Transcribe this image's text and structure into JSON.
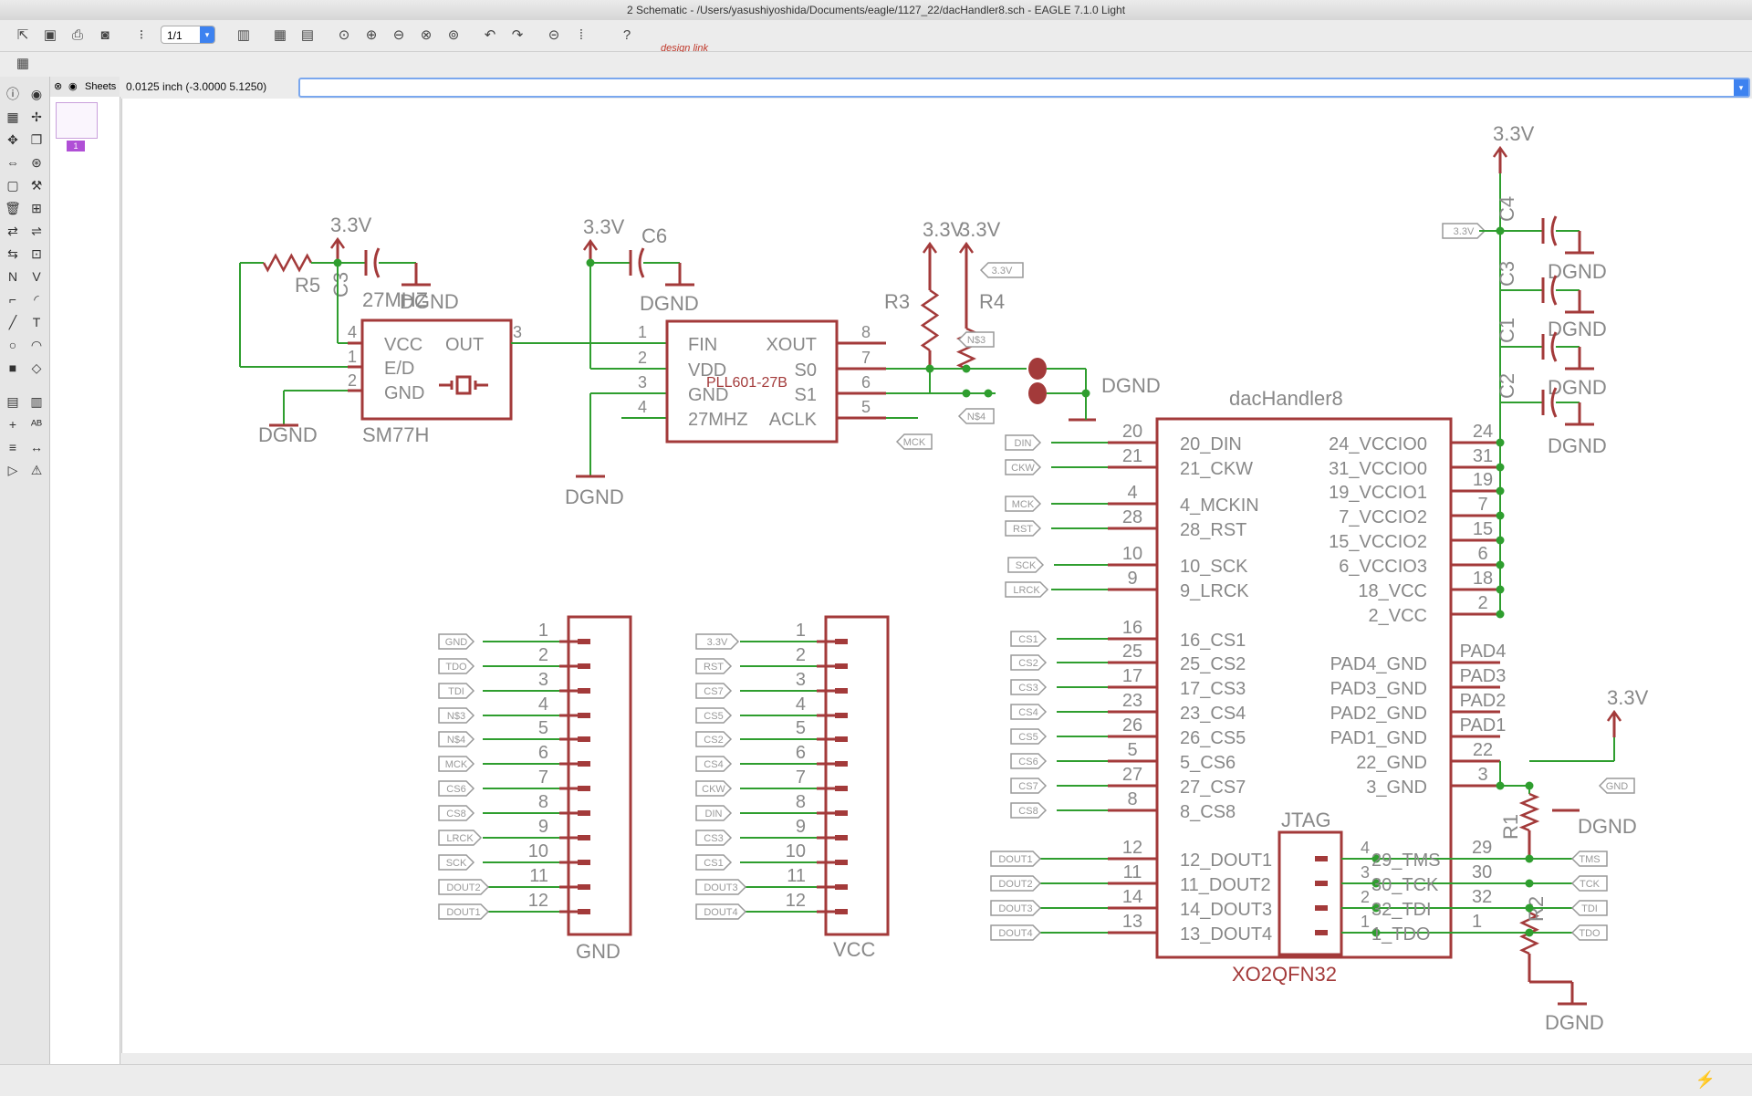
{
  "window": {
    "title": "2 Schematic - /Users/yasushiyoshida/Documents/eagle/1127_22/dacHandler8.sch - EAGLE 7.1.0 Light"
  },
  "toolbar": {
    "sheet_select": "1/1",
    "design_link": "design link"
  },
  "sheets": {
    "label": "Sheets",
    "current_sheet": "1"
  },
  "coords": {
    "grid_readout": "0.0125 inch (-3.0000 5.1250)"
  },
  "command": {
    "placeholder": ""
  },
  "icons": {
    "toolbar": [
      "open-icon",
      "save-icon",
      "print-icon",
      "cam-icon",
      "script-icon",
      "ulp-icon",
      "grid-icon",
      "board-icon",
      "zoom-fit-icon",
      "zoom-in-icon",
      "zoom-out-icon",
      "zoom-select-icon",
      "redraw-icon",
      "undo-icon",
      "redo-icon",
      "stop-icon",
      "go-icon",
      "help-icon"
    ],
    "left": [
      "info-icon",
      "show-icon",
      "display-icon",
      "mark-icon",
      "move-icon",
      "copy-icon",
      "mirror-icon",
      "rotate-icon",
      "group-icon",
      "change-icon",
      "delete-icon",
      "add-icon",
      "pinswap-icon",
      "replace-icon",
      "gateswap-icon",
      "split-icon",
      "name-icon",
      "value-icon",
      "miter-icon",
      "smash-icon",
      "wire-icon",
      "text-icon",
      "circle-icon",
      "arc-icon",
      "rect-icon",
      "polygon-icon",
      "bus-icon",
      "net-icon",
      "junction-icon",
      "label-icon",
      "attribute-icon",
      "dimension-icon",
      "erc-icon",
      "errors-icon"
    ]
  },
  "colors": {
    "net": "#2f9e2f",
    "part": "#a33a3a",
    "junction": "#2f9e2f",
    "text": "#888888",
    "label_text": "#999999"
  },
  "schematic": {
    "supplies": {
      "v33": "3.3V",
      "dgnd": "DGND",
      "gnd": "GND",
      "vcc": "VCC"
    },
    "crystal": {
      "name": "SM77H",
      "value": "27MHZ",
      "pins": [
        "VCC",
        "E/D",
        "GND",
        "OUT"
      ],
      "pin_numbers": [
        "4",
        "1",
        "2",
        "3"
      ]
    },
    "pll": {
      "name": "PLL601-27B",
      "pins_left": [
        "FIN",
        "VDD",
        "GND",
        "27MHZ"
      ],
      "pins_right": [
        "XOUT",
        "S0",
        "S1",
        "ACLK"
      ],
      "nums_left": [
        "1",
        "2",
        "3",
        "4"
      ],
      "nums_right": [
        "8",
        "7",
        "6",
        "5"
      ]
    },
    "passives": {
      "r5": "R5",
      "c3": "C3",
      "c6": "C6",
      "r3": "R3",
      "r4": "R4",
      "c4": "C4",
      "c3b": "C3",
      "c1": "C1",
      "c2": "C2",
      "r1": "R1",
      "r2": "R2"
    },
    "dac": {
      "name": "dacHandler8",
      "value": "XO2QFN32",
      "jtag": "JTAG",
      "left_pins": [
        "20_DIN",
        "21_CKW",
        "4_MCKIN",
        "28_RST",
        "10_SCK",
        "9_LRCK",
        "16_CS1",
        "25_CS2",
        "17_CS3",
        "23_CS4",
        "26_CS5",
        "5_CS6",
        "27_CS7",
        "8_CS8",
        "12_DOUT1",
        "11_DOUT2",
        "14_DOUT3",
        "13_DOUT4"
      ],
      "left_nums": [
        "20",
        "21",
        "4",
        "28",
        "10",
        "9",
        "16",
        "25",
        "17",
        "23",
        "26",
        "5",
        "27",
        "8",
        "12",
        "11",
        "14",
        "13"
      ],
      "right_pins": [
        "24_VCCIO0",
        "31_VCCIO0",
        "19_VCCIO1",
        "7_VCCIO2",
        "15_VCCIO2",
        "6_VCCIO3",
        "18_VCC",
        "2_VCC",
        "PAD4_GND",
        "PAD3_GND",
        "PAD2_GND",
        "PAD1_GND",
        "22_GND",
        "3_GND"
      ],
      "right_nums": [
        "24",
        "31",
        "19",
        "7",
        "15",
        "6",
        "18",
        "2",
        "PAD4",
        "PAD3",
        "PAD2",
        "PAD1",
        "22",
        "3"
      ],
      "jtag_pins": [
        "29_TMS",
        "30_TCK",
        "32_TDI",
        "1_TDO"
      ],
      "jtag_nums": [
        "29",
        "30",
        "32",
        "1"
      ],
      "jtag_left_nums": [
        "4",
        "3",
        "2",
        "1"
      ],
      "left_labels": [
        "DIN",
        "CKW",
        "MCK",
        "RST",
        "SCK",
        "LRCK",
        "CS1",
        "CS2",
        "CS3",
        "CS4",
        "CS5",
        "CS6",
        "CS7",
        "CS8",
        "DOUT1",
        "DOUT2",
        "DOUT3",
        "DOUT4"
      ],
      "jtag_labels": [
        "TMS",
        "TCK",
        "TDI",
        "TDO"
      ]
    },
    "misc_labels": {
      "v33_tag": "3.3V",
      "n3": "N$3",
      "n4": "N$4",
      "mck": "MCK",
      "gnd_tag": "GND"
    },
    "header_gnd": {
      "name": "GND",
      "nums": [
        "1",
        "2",
        "3",
        "4",
        "5",
        "6",
        "7",
        "8",
        "9",
        "10",
        "11",
        "12"
      ],
      "labels": [
        "GND",
        "TDO",
        "TDI",
        "N$3",
        "N$4",
        "MCK",
        "CS6",
        "CS8",
        "LRCK",
        "SCK",
        "DOUT2",
        "DOUT1"
      ]
    },
    "header_vcc": {
      "name": "VCC",
      "nums": [
        "1",
        "2",
        "3",
        "4",
        "5",
        "6",
        "7",
        "8",
        "9",
        "10",
        "11",
        "12"
      ],
      "labels": [
        "3.3V",
        "RST",
        "CS7",
        "CS5",
        "CS2",
        "CS4",
        "CKW",
        "DIN",
        "CS3",
        "CS1",
        "DOUT3",
        "DOUT4"
      ]
    }
  }
}
